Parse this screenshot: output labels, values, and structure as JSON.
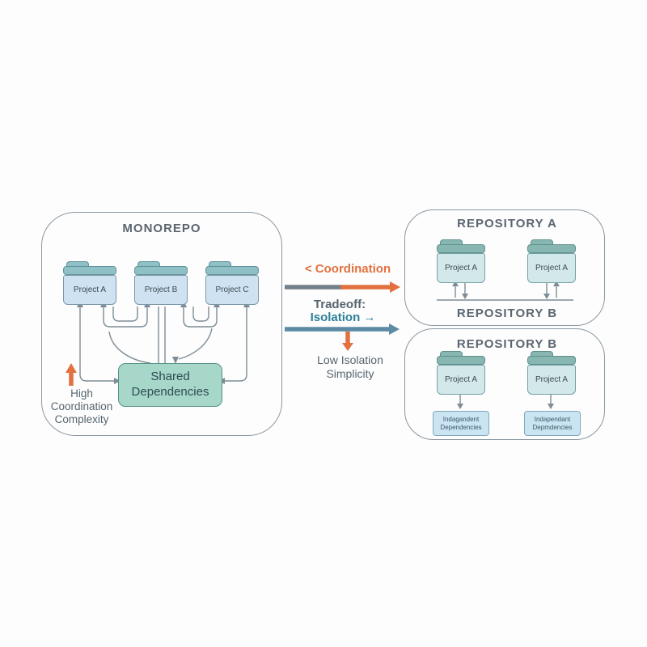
{
  "palette": {
    "orange": "#e2713f",
    "steel_blue": "#5d8aa5",
    "teal_text": "#2c7f99",
    "gray_text": "#57656f",
    "line_gray": "#7d8c96",
    "folder_blue_fill": "#cfe2f1",
    "folder_teal_fill": "#d3e8e9",
    "shared_box_fill": "#a6d7c9",
    "dep_box_fill": "#cae4f2"
  },
  "monorepo": {
    "title": "MONOREPO",
    "folders": [
      {
        "label": "Project A"
      },
      {
        "label": "Project B"
      },
      {
        "label": "Project C"
      }
    ],
    "shared_box": {
      "line1": "Shared",
      "line2": "Dependencies"
    },
    "complexity_note": {
      "line1": "High",
      "line2": "Coordination",
      "line3": "Complexity"
    }
  },
  "middle": {
    "coordination_label": "< Coordination",
    "tradeoff_label": "Tradeoff:",
    "isolation_label": "Isolation →",
    "low_note": {
      "line1": "Low Isolation",
      "line2": "Simplicity"
    }
  },
  "repo_a": {
    "title": "REPOSITORY A",
    "folders": [
      {
        "label": "Project A"
      },
      {
        "label": "Project A"
      }
    ],
    "footer_label": "REPOSITORY B"
  },
  "repo_b": {
    "title": "REPOSITORY B",
    "folders": [
      {
        "label": "Project A"
      },
      {
        "label": "Project A"
      }
    ],
    "dep_boxes": [
      {
        "line1": "Indagandent",
        "line2": "Dependencies"
      },
      {
        "line1": "Indapendant",
        "line2": "Depmdencies"
      }
    ]
  }
}
